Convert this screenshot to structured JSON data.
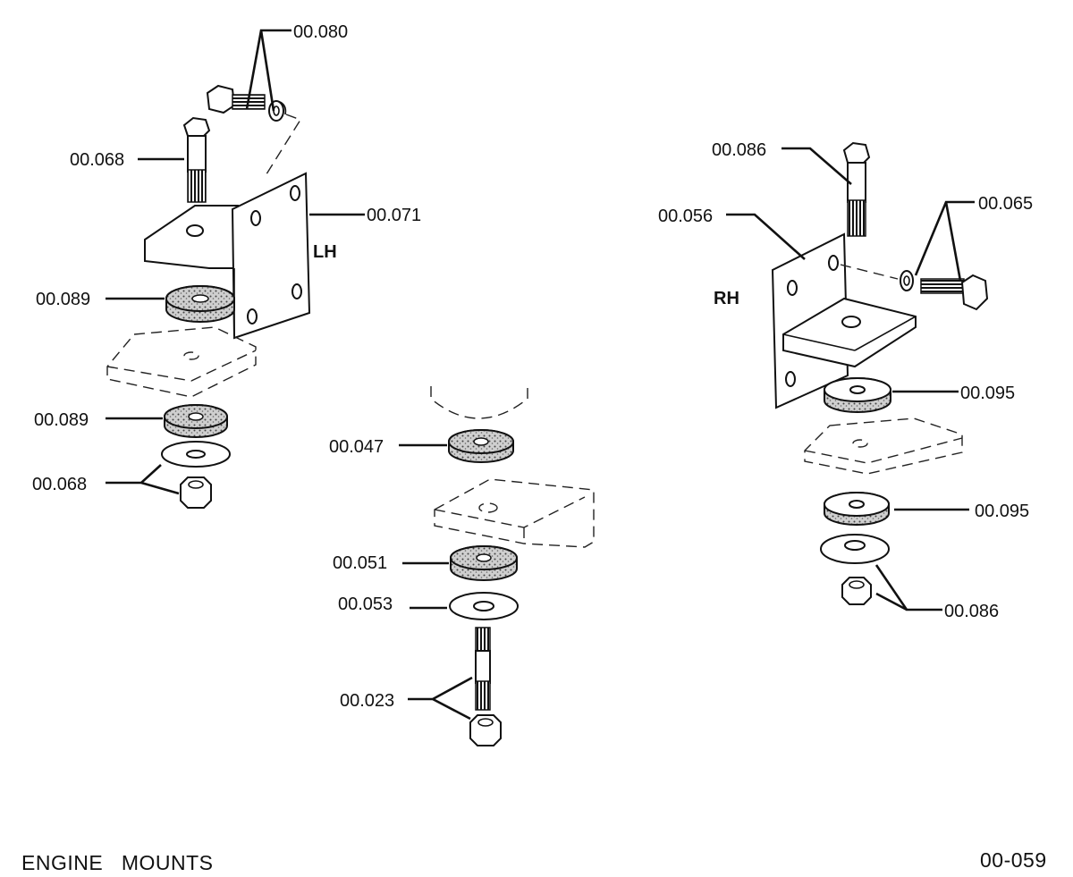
{
  "caption": {
    "title": "ENGINE   MOUNTS",
    "drawing_no": "00-059"
  },
  "sides": {
    "left": "LH",
    "right": "RH"
  },
  "callouts": {
    "lh_bolt_washer": "00.080",
    "lh_top_bolt": "00.068",
    "lh_bracket": "00.071",
    "lh_upper_pad": "00.089",
    "lh_lower_pad": "00.089",
    "lh_washer_nut": "00.068",
    "center_pad": "00.047",
    "center_lower_pad": "00.051",
    "center_washer": "00.053",
    "center_stud_nut": "00.023",
    "rh_top_bolt": "00.086",
    "rh_bracket": "00.056",
    "rh_bolt_washer": "00.065",
    "rh_upper_pad": "00.095",
    "rh_lower_pad": "00.095",
    "rh_washer_nut": "00.086"
  }
}
